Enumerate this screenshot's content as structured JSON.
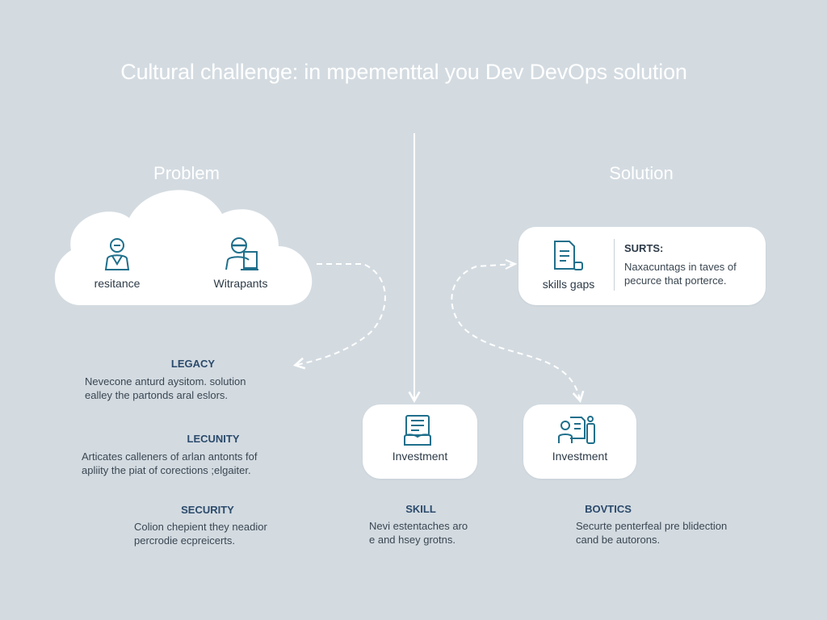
{
  "title": "Cultural challenge: in mpementtal you Dev DevOps solution",
  "problem": {
    "heading": "Problem",
    "cloud_items": [
      {
        "label": "resitance",
        "icon": "person-icon"
      },
      {
        "label": "Witrapants",
        "icon": "person-laptop-icon"
      }
    ],
    "notes": [
      {
        "heading": "LEGACY",
        "lines": [
          "Nevecone anturd aysitom. solution",
          "ealley the partonds aral eslors."
        ]
      },
      {
        "heading": "LECUNITY",
        "lines": [
          "Articates calleners of arlan antonts fof",
          "apliity the piat of corections ;elgaiter."
        ]
      },
      {
        "heading": "SECURITY",
        "lines": [
          "Colion chepient they neadior",
          "percrodie ecpreicerts."
        ]
      }
    ]
  },
  "solution": {
    "heading": "Solution",
    "card": {
      "label": "skills gaps",
      "icon": "document-edit-icon",
      "heading": "SURTS:",
      "lines": [
        "Naxacuntags in taves of",
        "pecurce that porterce."
      ]
    }
  },
  "bottom_cards": [
    {
      "label": "Investment",
      "icon": "briefcase-icon"
    },
    {
      "label": "Investment",
      "icon": "team-document-icon"
    }
  ],
  "bottom_notes": [
    {
      "heading": "SKILL",
      "lines": [
        "Nevi estentaches aro",
        "e and hsey grotns."
      ]
    },
    {
      "heading": "BOVTICS",
      "lines": [
        "Securte penterfeal pre blidection",
        "cand be autorons."
      ]
    }
  ],
  "colors": {
    "background": "#d3dbe1",
    "card": "#ffffff",
    "accent": "#1f6f8b",
    "heading": "#2b4a6b",
    "connector": "#ffffff"
  }
}
